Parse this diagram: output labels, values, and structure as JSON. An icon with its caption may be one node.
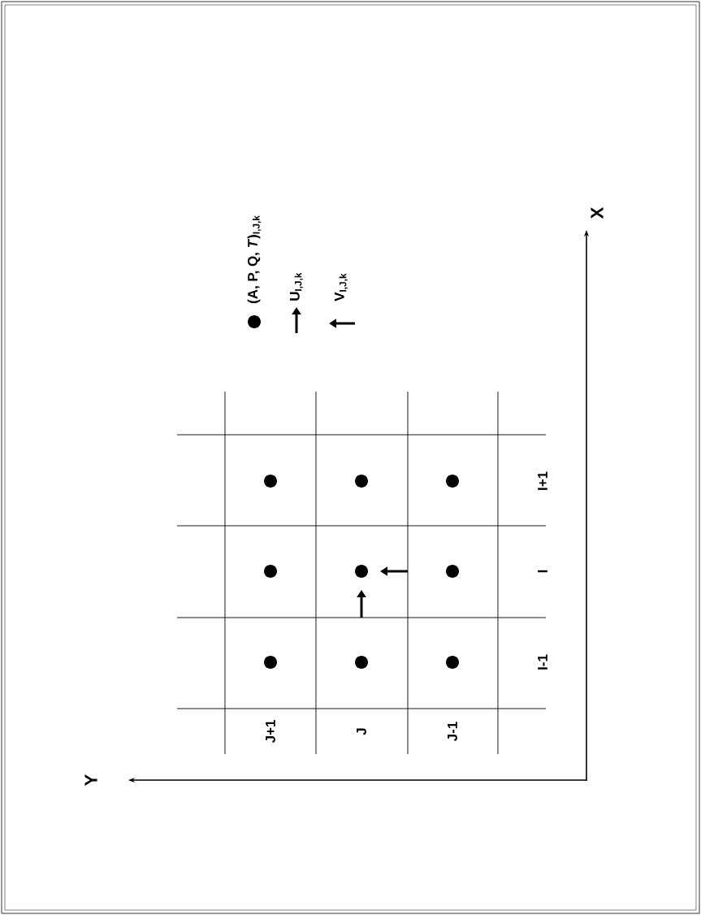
{
  "diagram": {
    "labels": [
      "Y",
      "X",
      "I-1",
      "I",
      "I+1",
      "J+1",
      "J",
      "J-1"
    ],
    "legend": [
      {
        "text": "(A, P, Q, *T*)$_{I,J,k}$"
      },
      {
        "text": "U$_{I,J,k}$"
      },
      {
        "text": "V$_{I,J,k}$"
      }
    ]
  }
}
